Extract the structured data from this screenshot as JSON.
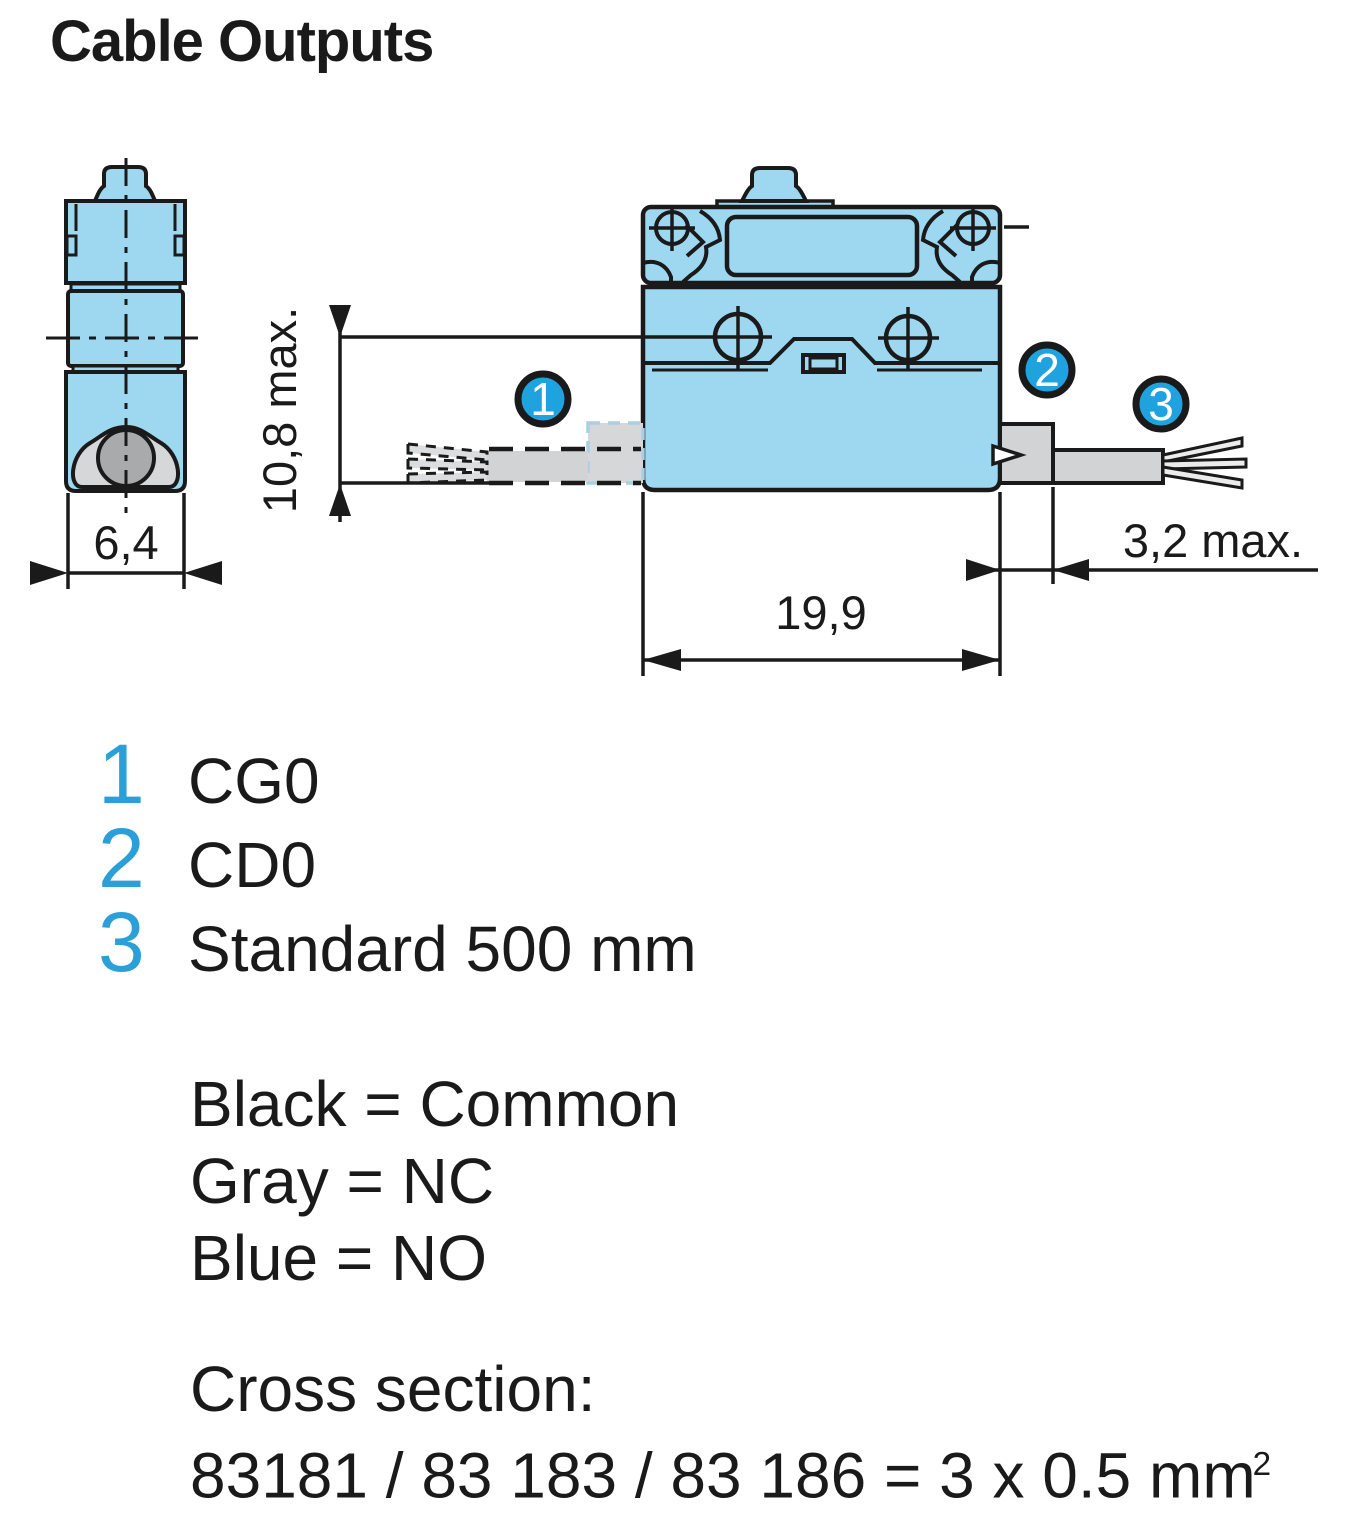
{
  "title": "Cable Outputs",
  "diagram": {
    "dimensions": {
      "side_width": "6,4",
      "body_height": "10,8 max.",
      "body_length": "19,9",
      "gland_protrusion": "3,2 max."
    },
    "callouts": [
      {
        "number": "1",
        "label": "CG0"
      },
      {
        "number": "2",
        "label": "CD0"
      },
      {
        "number": "3",
        "label": "Standard 500 mm"
      }
    ]
  },
  "wiring_legend": [
    "Black = Common",
    "Gray = NC",
    "Blue = NO"
  ],
  "cross_section": {
    "heading": "Cross section:",
    "value": "83181 / 83 183 / 83 186 = 3 x 0.5 mm",
    "exponent": "2"
  },
  "colors": {
    "switch_body_blue": "#9ed8f0",
    "callout_cyan": "#1fa3de",
    "legend_number_blue": "#2b9fd7",
    "cable_gray": "#d2d3d4",
    "gland_light_gray": "#d6d7d8",
    "grommet_dark_gray": "#a9aaac",
    "line_black": "#1a1a1a"
  }
}
